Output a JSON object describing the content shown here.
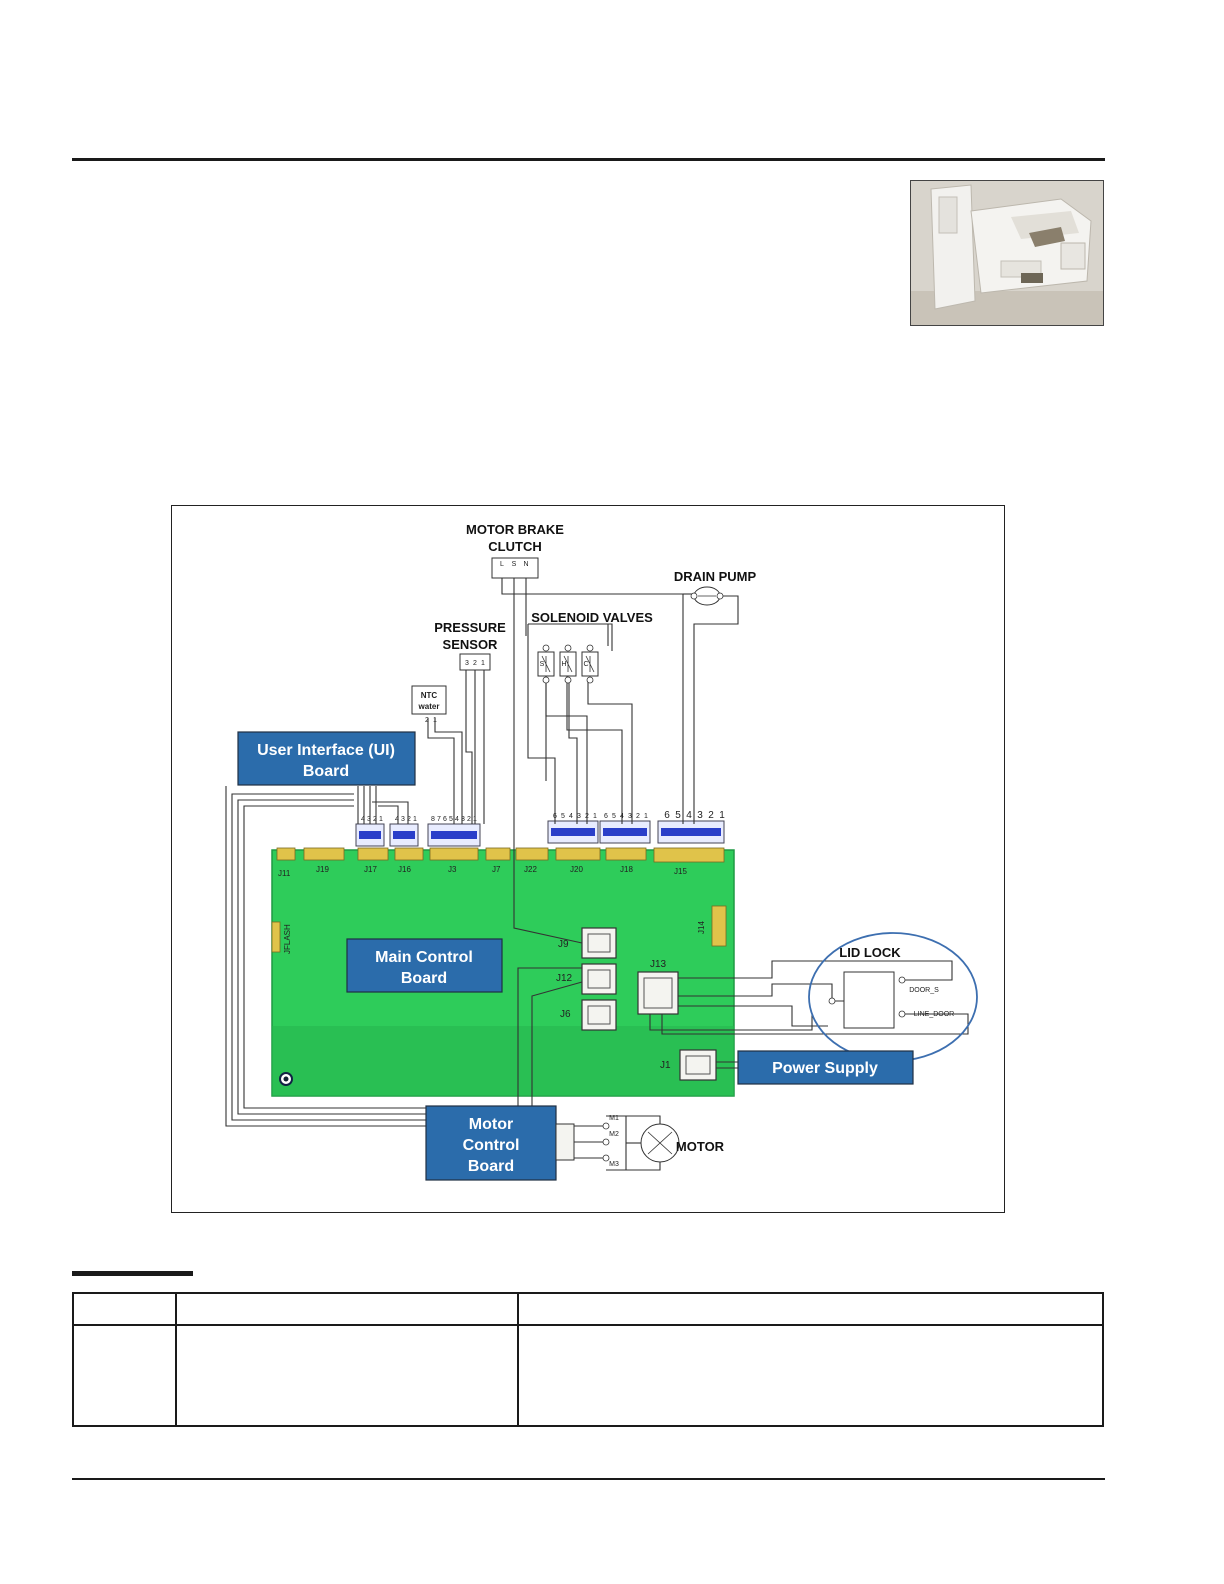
{
  "diagram": {
    "labels": {
      "motor_brake_clutch": [
        "MOTOR BRAKE",
        "CLUTCH"
      ],
      "drain_pump": "DRAIN PUMP",
      "solenoid_valves": "SOLENOID VALVES",
      "pressure_sensor": [
        "PRESSURE",
        "SENSOR"
      ],
      "ntc_water": [
        "NTC",
        "water"
      ],
      "lid_lock": "LID LOCK",
      "door_s": "DOOR_S",
      "line_door": "LINE_DOOR",
      "motor": "MOTOR",
      "m1": "M1",
      "m2": "M2",
      "m3": "M3"
    },
    "boxes": {
      "ui_board": [
        "User Interface (UI)",
        "Board"
      ],
      "main_board": [
        "Main Control",
        "Board"
      ],
      "power_supply": "Power Supply",
      "motor_control": [
        "Motor",
        "Control",
        "Board"
      ]
    },
    "connectors": {
      "j9": "J9",
      "j12": "J12",
      "j6": "J6",
      "j13": "J13",
      "j1": "J1",
      "j14": "J14",
      "jflash": "JFLASH",
      "top": [
        "J11",
        "J19",
        "J17",
        "J16",
        "J3",
        "J7",
        "J22",
        "J20",
        "J18",
        "J15"
      ]
    },
    "pins": {
      "brake": [
        "L",
        "S",
        "N"
      ],
      "pressure": [
        "3",
        "2",
        "1"
      ],
      "ntc": [
        "2",
        "1"
      ],
      "valves": [
        "S",
        "H",
        "C"
      ],
      "j15": [
        "6",
        "5",
        "4",
        "3",
        "2",
        "1"
      ],
      "j20": [
        "6",
        "5",
        "4",
        "3",
        "2",
        "1"
      ],
      "j18": [
        "6",
        "5",
        "4",
        "3",
        "2",
        "1"
      ],
      "j17": [
        "4",
        "3",
        "2",
        "1"
      ],
      "j16": [
        "4",
        "3",
        "2",
        "1"
      ],
      "j3": [
        "8",
        "7",
        "6",
        "5",
        "4",
        "3",
        "2",
        "1"
      ]
    },
    "colors": {
      "board_green": "#2ecc5a",
      "box_blue": "#2b6cab",
      "connector_blue": "#2a3fc9",
      "circle_blue": "#3d6fb0"
    }
  }
}
